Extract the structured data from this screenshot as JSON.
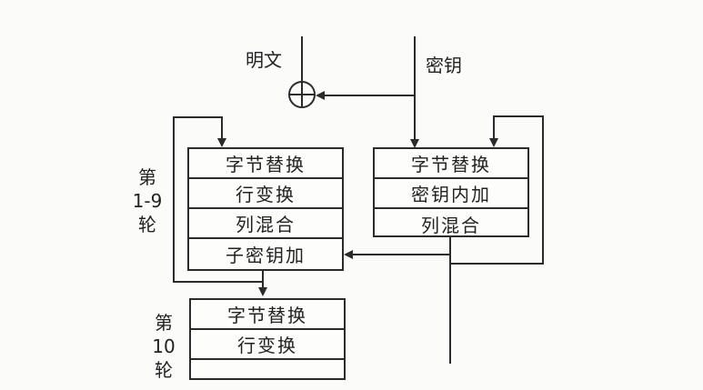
{
  "labels": {
    "plaintext": "明文",
    "key": "密钥",
    "rounds_1_9": [
      "第",
      "1-9",
      "轮"
    ],
    "round_10": [
      "第",
      "10",
      "轮"
    ]
  },
  "left_block": [
    "字节替换",
    "行变换",
    "列混合",
    "子密钥加"
  ],
  "right_block": [
    "字节替换",
    "密钥内加",
    "列混合"
  ],
  "bottom_block": [
    "字节替换",
    "行变换"
  ]
}
